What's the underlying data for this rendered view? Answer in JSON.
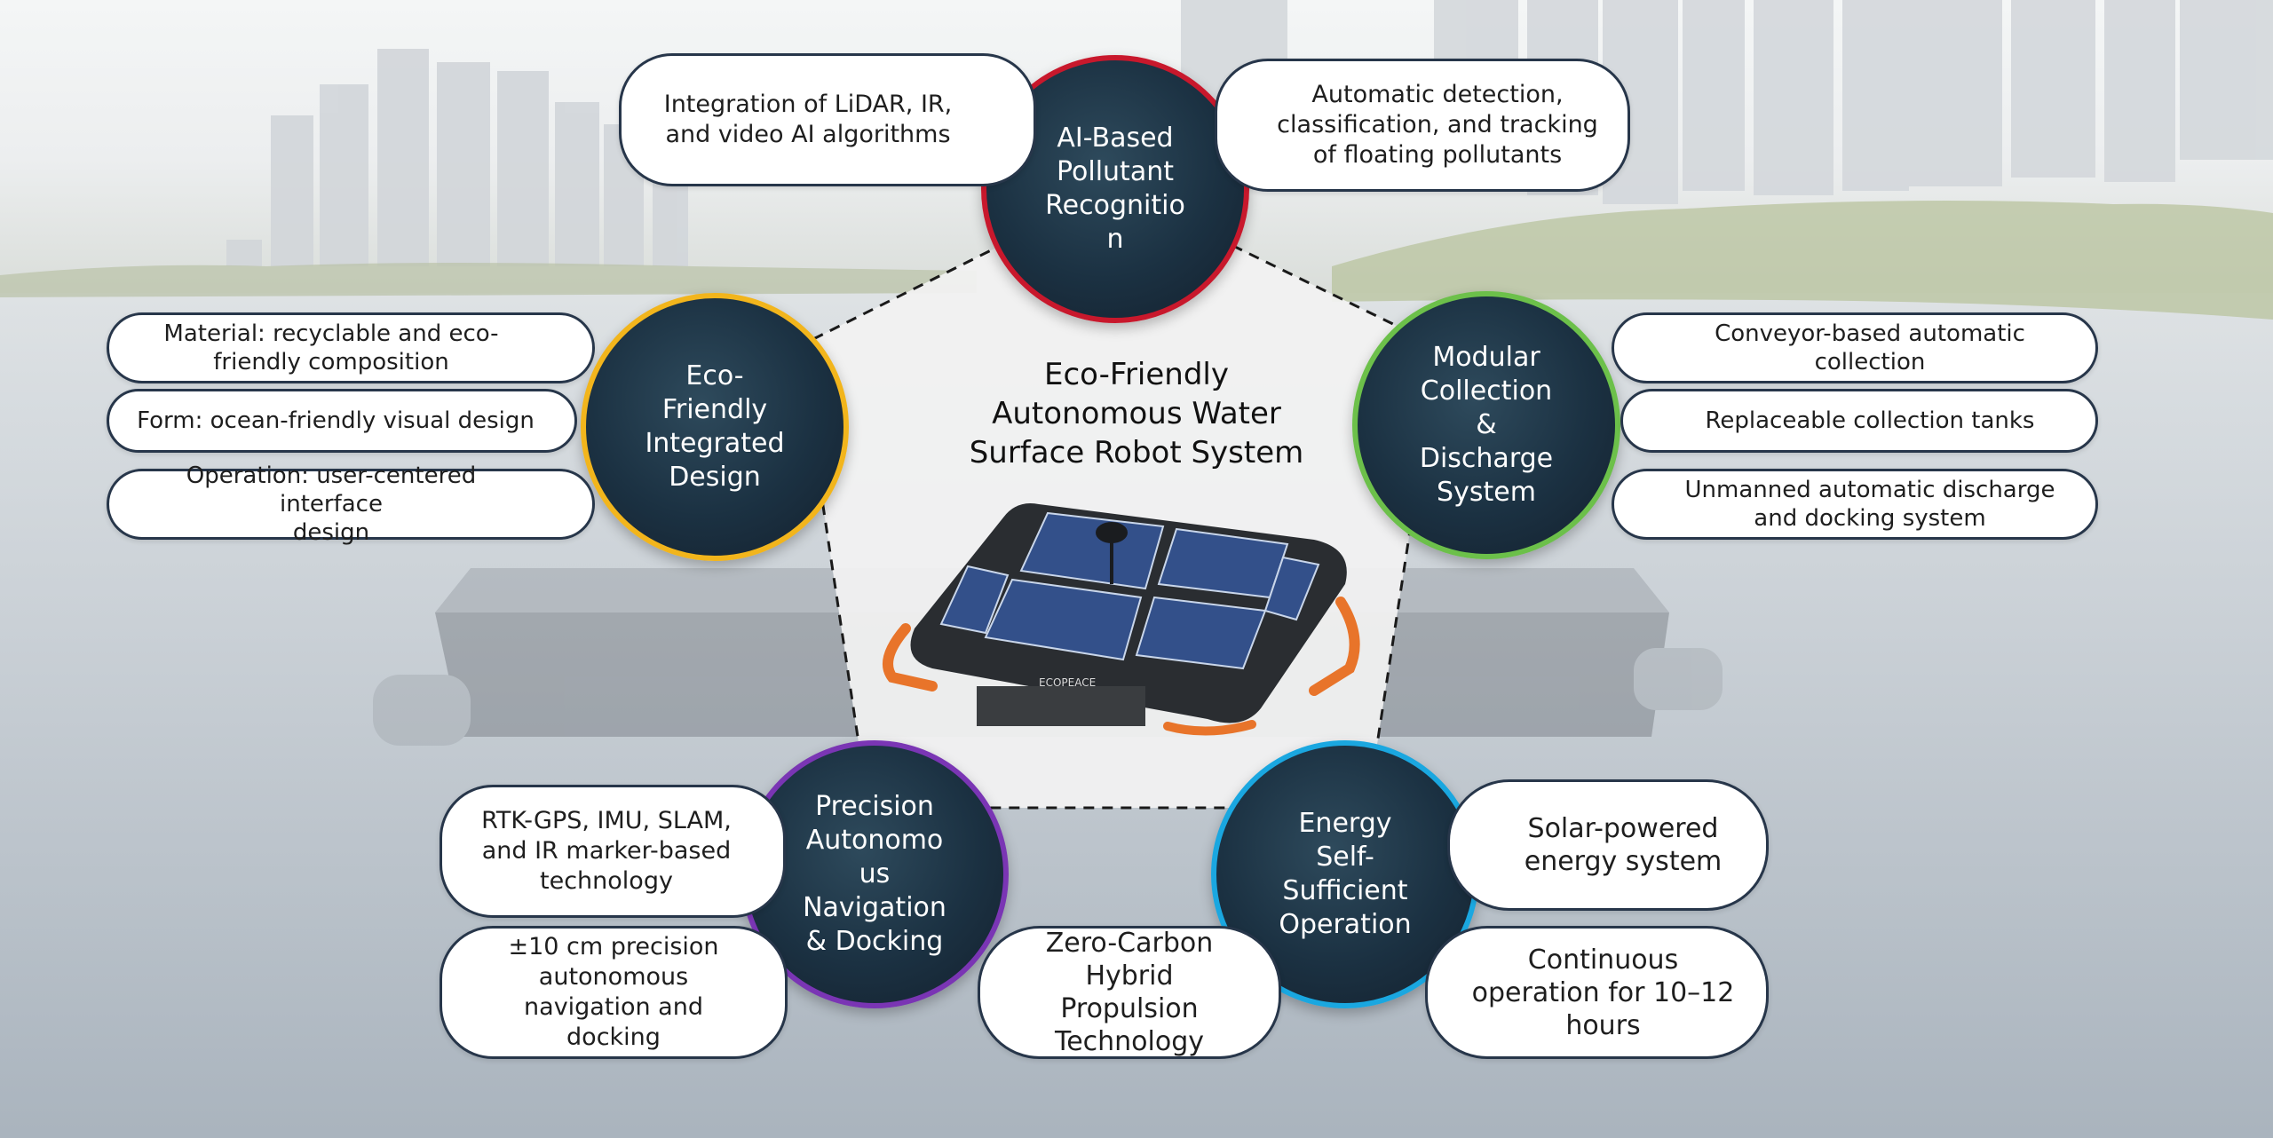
{
  "center": {
    "title_line1": "Eco-Friendly",
    "title_line2": "Autonomous Water",
    "title_line3": "Surface Robot System",
    "robot_logo": "ECOPEACE"
  },
  "hubs": {
    "ai": {
      "line1": "AI-Based",
      "line2": "Pollutant",
      "line3": "Recognitio",
      "line4": "n",
      "color": "#c8182c"
    },
    "eco": {
      "line1": "Eco-",
      "line2": "Friendly",
      "line3": "Integrated",
      "line4": "Design",
      "color": "#f2b51c"
    },
    "mod": {
      "line1": "Modular",
      "line2": "Collection",
      "line3": "&",
      "line4": "Discharge",
      "line5": "System",
      "color": "#6cc04a"
    },
    "nav": {
      "line1": "Precision",
      "line2": "Autonomo",
      "line3": "us",
      "line4": "Navigation",
      "line5": "& Docking",
      "color": "#7a35b4"
    },
    "energy": {
      "line1": "Energy",
      "line2": "Self-",
      "line3": "Sufficient",
      "line4": "Operation",
      "color": "#1aa7e0"
    }
  },
  "pills": {
    "ai_left": {
      "line1": "Integration of LiDAR, IR,",
      "line2": "and video AI algorithms"
    },
    "ai_right": {
      "line1": "Automatic detection,",
      "line2": "classification, and tracking",
      "line3": "of floating pollutants"
    },
    "eco_material": {
      "line1": "Material: recyclable and eco-",
      "line2": "friendly composition"
    },
    "eco_form": {
      "line1": "Form: ocean-friendly visual design"
    },
    "eco_operation": {
      "line1": "Operation: user-centered interface",
      "line2": "design"
    },
    "mod_conveyor": {
      "line1": "Conveyor-based automatic",
      "line2": "collection"
    },
    "mod_tanks": {
      "line1": "Replaceable collection tanks"
    },
    "mod_unmanned": {
      "line1": "Unmanned automatic discharge",
      "line2": "and docking system"
    },
    "nav_rtk": {
      "line1": "RTK-GPS, IMU, SLAM,",
      "line2": "and IR marker-based",
      "line3": "technology"
    },
    "nav_precision": {
      "line1": "±10 cm precision",
      "line2": "autonomous",
      "line3": "navigation and",
      "line4": "docking"
    },
    "zero_carbon": {
      "line1": "Zero-Carbon",
      "line2": "Hybrid",
      "line3": "Propulsion",
      "line4": "Technology"
    },
    "energy_solar": {
      "line1": "Solar-powered",
      "line2": "energy system"
    },
    "energy_continuous": {
      "line1": "Continuous",
      "line2": "operation for 10–12",
      "line3": "hours"
    }
  }
}
